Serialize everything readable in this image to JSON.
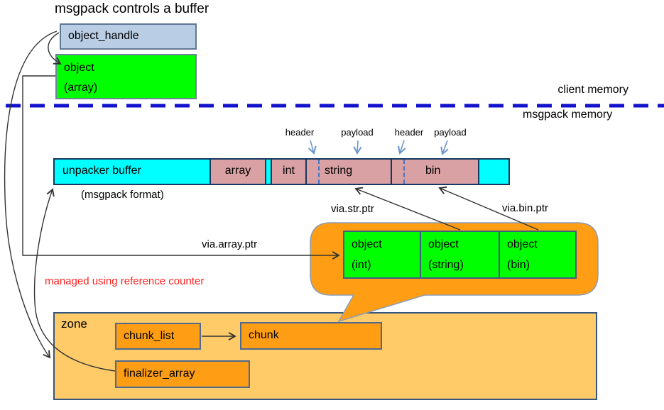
{
  "title": "msgpack controls a buffer",
  "memory": {
    "client": "client memory",
    "msgpack": "msgpack memory"
  },
  "handle": {
    "label": "object_handle"
  },
  "object_array": {
    "line1": "object",
    "line2": "(array)"
  },
  "buffer": {
    "unpacker": "unpacker buffer",
    "caption": "(msgpack format)",
    "segments": {
      "array": "array",
      "int": "int",
      "string": "string",
      "bin": "bin"
    },
    "annotations": {
      "header1": "header",
      "payload1": "payload",
      "header2": "header",
      "payload2": "payload"
    }
  },
  "pointers": {
    "array": "via.array.ptr",
    "str": "via.str.ptr",
    "bin": "via.bin.ptr"
  },
  "bubble": {
    "objects": [
      {
        "line1": "object",
        "line2": "(int)"
      },
      {
        "line1": "object",
        "line2": "(string)"
      },
      {
        "line1": "object",
        "line2": "(bin)"
      }
    ]
  },
  "note": "managed using reference counter",
  "zone": {
    "label": "zone",
    "chunk_list": "chunk_list",
    "chunk": "chunk",
    "finalizer_array": "finalizer_array"
  },
  "colors": {
    "cyan": "#00FFFF",
    "pink": "#D9A1A3",
    "lime": "#00FF00",
    "handle": "#B9CDE5",
    "orange": "#FF9E15",
    "zonefill": "#FFCB69",
    "navy": "#17375E",
    "dashblue": "#4575C4",
    "divblue": "#1212CC",
    "arrowblue": "#6D96CC",
    "red": "#FF1F1F",
    "boxborder": "#4E6A8F"
  }
}
